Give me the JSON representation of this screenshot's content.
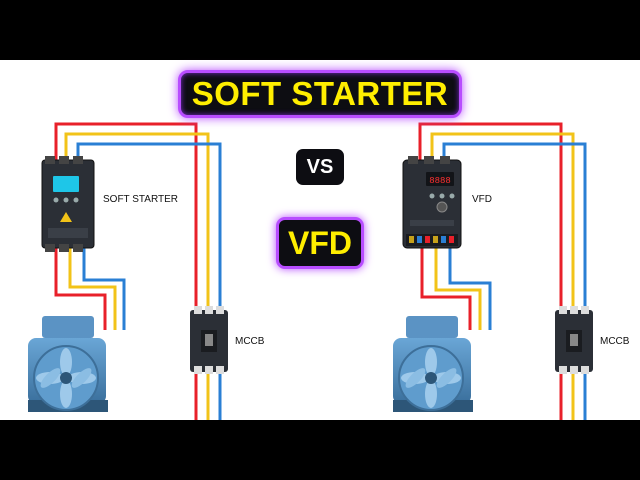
{
  "title": "SOFT STARTER",
  "vs_label": "VS",
  "subtitle": "VFD",
  "left_circuit": {
    "device_label": "SOFT STARTER",
    "breaker_label": "MCCB"
  },
  "right_circuit": {
    "device_label": "VFD",
    "breaker_label": "MCCB"
  },
  "colors": {
    "wire_red": "#e8202a",
    "wire_yellow": "#f2c318",
    "wire_blue": "#2a7fd4",
    "accent_purple": "#b84dff",
    "title_yellow": "#ffee00"
  }
}
